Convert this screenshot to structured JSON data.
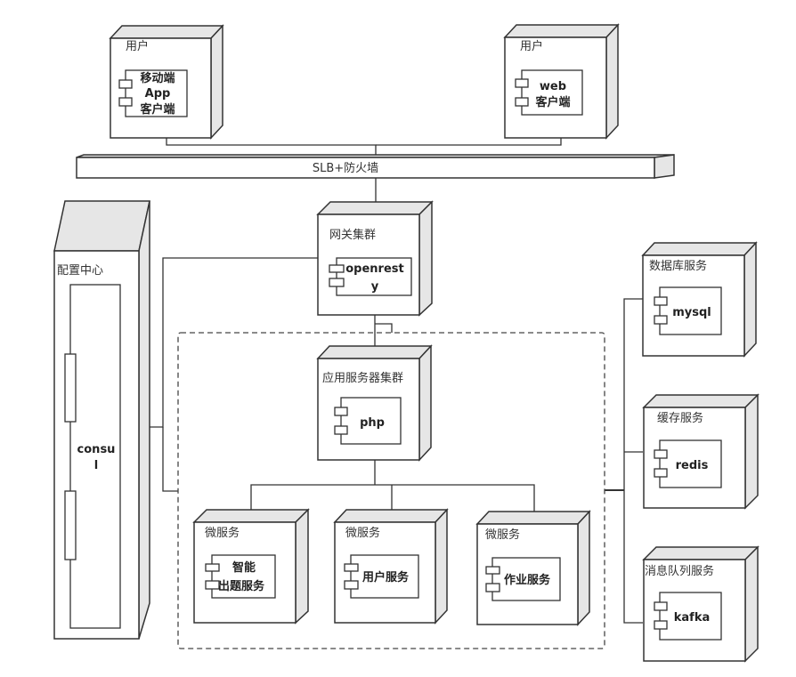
{
  "diagram": {
    "type": "deployment-diagram",
    "nodes": {
      "user_app": {
        "title": "用户",
        "component": [
          "移动端",
          "App",
          "客户端"
        ]
      },
      "user_web": {
        "title": "用户",
        "component": [
          "web",
          "客户端"
        ]
      },
      "slb": {
        "label": "SLB+防火墙"
      },
      "gateway": {
        "title": "网关集群",
        "component": [
          "openrest",
          "y"
        ]
      },
      "config": {
        "title": "配置中心",
        "component": [
          "consu",
          "l"
        ]
      },
      "app_server": {
        "title": "应用服务器集群",
        "component": [
          "php"
        ]
      },
      "ms_question": {
        "title": "微服务",
        "component": [
          "智能",
          "出题服务"
        ]
      },
      "ms_user": {
        "title": "微服务",
        "component": [
          "用户服务"
        ]
      },
      "ms_homework": {
        "title": "微服务",
        "component": [
          "作业服务"
        ]
      },
      "db": {
        "title": "数据库服务",
        "component": [
          "mysql"
        ]
      },
      "cache": {
        "title": "缓存服务",
        "component": [
          "redis"
        ]
      },
      "mq": {
        "title": "消息队列服务",
        "component": [
          "kafka"
        ]
      }
    },
    "edges": [
      [
        "user_app",
        "slb"
      ],
      [
        "user_web",
        "slb"
      ],
      [
        "slb",
        "gateway"
      ],
      [
        "gateway",
        "app_server"
      ],
      [
        "gateway",
        "config"
      ],
      [
        "config",
        "microservice-group"
      ],
      [
        "app_server",
        "ms_question"
      ],
      [
        "app_server",
        "ms_user"
      ],
      [
        "app_server",
        "ms_homework"
      ],
      [
        "microservice-group",
        "db"
      ],
      [
        "microservice-group",
        "cache"
      ],
      [
        "microservice-group",
        "mq"
      ]
    ],
    "colors": {
      "line": "#333333",
      "node_fill": "#ffffff",
      "node_side": "#e6e6e6"
    }
  }
}
